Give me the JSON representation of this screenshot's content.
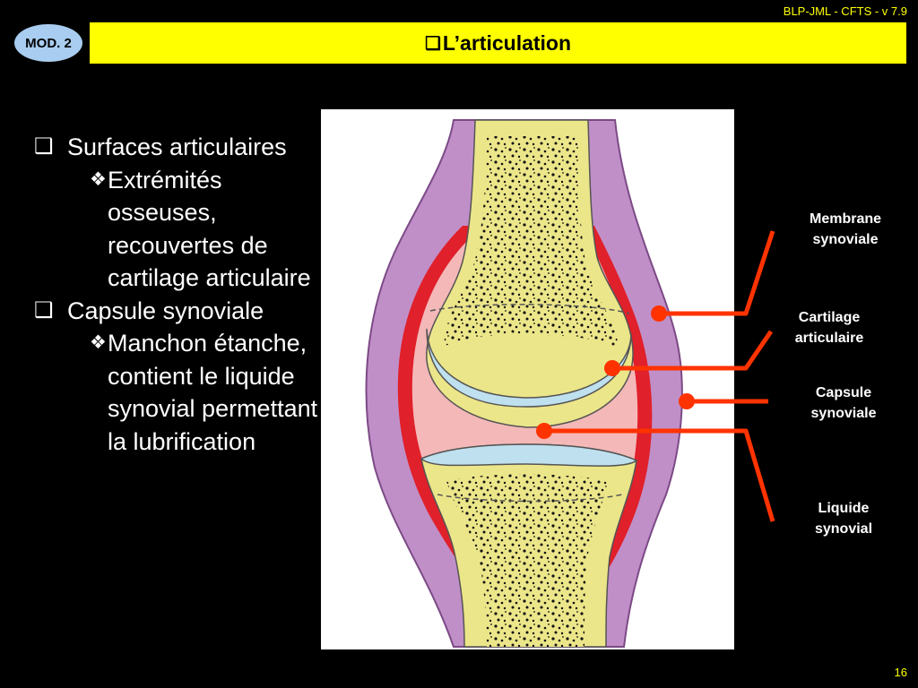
{
  "header": {
    "version": "BLP-JML - CFTS - v 7.9",
    "module": "MOD. 2",
    "title": "L’articulation",
    "title_marker": "❑"
  },
  "bullets": [
    {
      "marker": "❑",
      "text": "Surfaces articulaires",
      "sub": {
        "marker": "❖",
        "text": "Extrémités osseuses, recouvertes de cartilage articulaire"
      }
    },
    {
      "marker": "❑",
      "text": "Capsule synoviale",
      "sub": {
        "marker": "❖",
        "text": "Manchon étanche, contient le liquide synovial permettant la lubrification"
      }
    }
  ],
  "labels": {
    "membrane": "Membrane synoviale",
    "cartilage": "Cartilage articulaire",
    "capsule": "Capsule synoviale",
    "liquide": "Liquide synovial"
  },
  "footer": {
    "page": "16"
  },
  "colors": {
    "title_bg": "#ffff00",
    "badge_bg": "#a9cdf0",
    "callout": "#ff3300",
    "capsule": "#c08fc8",
    "bone": "#ece68a",
    "cartilage": "#bfe0ee",
    "synovial_fluid": "#f4b8b8",
    "membrane": "#e0202a"
  }
}
